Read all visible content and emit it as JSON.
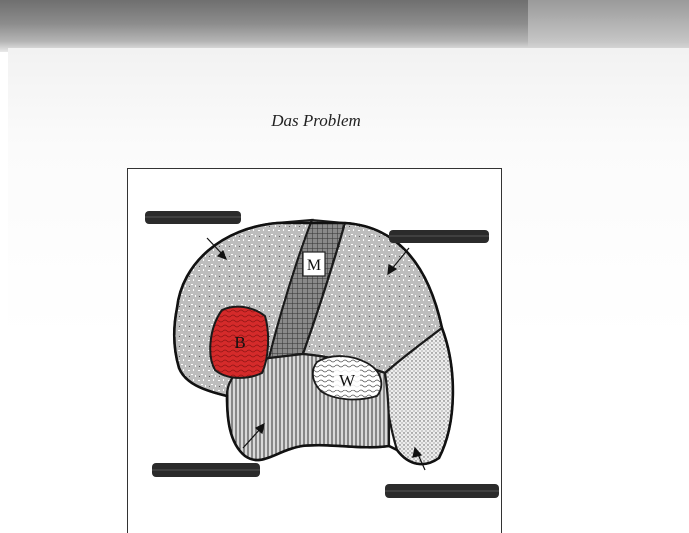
{
  "page": {
    "title": "Das Problem"
  },
  "figure": {
    "region_labels": {
      "broca": "B",
      "motor": "M",
      "wernicke": "W"
    },
    "colors": {
      "broca_fill": "#d42a2a",
      "outline": "#1a1a1a",
      "redaction": "#2b2b2b"
    }
  }
}
